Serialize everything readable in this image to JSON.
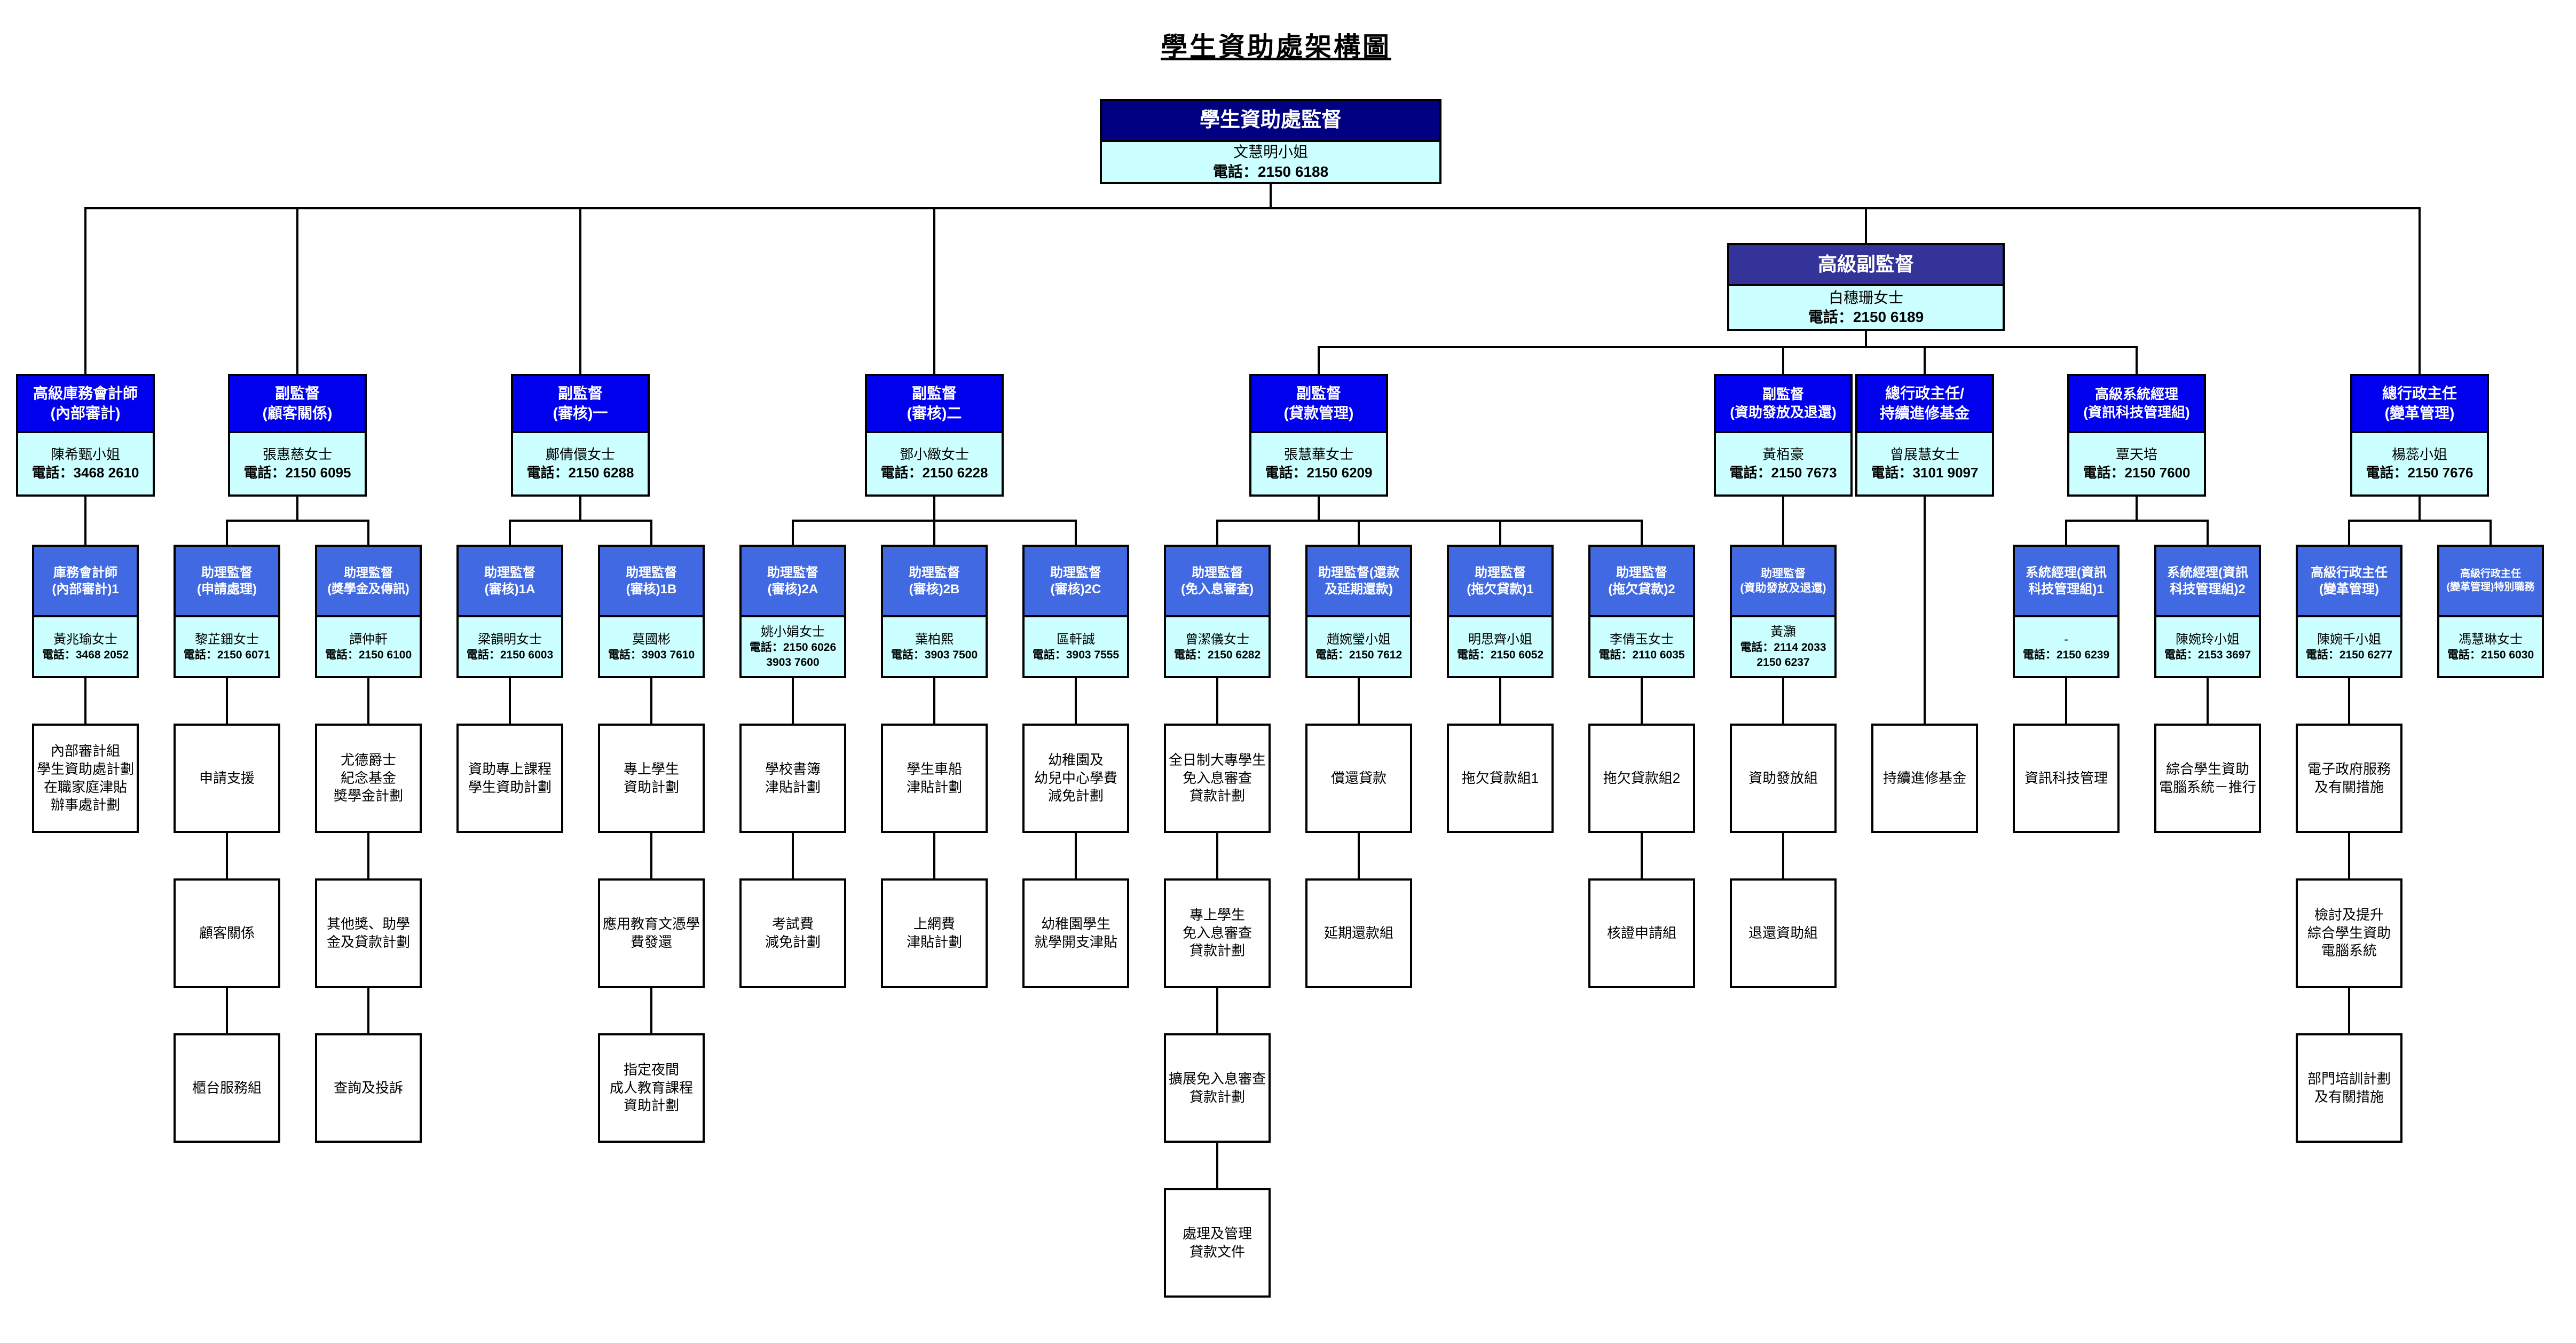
{
  "title": "學生資助處架構圖",
  "colors": {
    "root_header": "#000080",
    "senior_deputy_header": "#333399",
    "level3_header": "#0000EE",
    "level4_header": "#4169E1",
    "body_fill": "#CCFFFF",
    "unit_fill": "#FFFFFF",
    "border": "#000000"
  },
  "org": {
    "root": {
      "id": "controller",
      "title_lines": [
        "學生資助處監督"
      ],
      "name": "文慧明小姐",
      "phones": [
        "電話：2150 6188"
      ]
    },
    "senior_deputy": {
      "id": "senior-deputy-controller",
      "title_lines": [
        "高級副監督"
      ],
      "name": "白穗珊女士",
      "phones": [
        "電話：2150 6189"
      ]
    },
    "level3": [
      {
        "id": "scta-internal-audit",
        "title_lines": [
          "高級庫務會計師",
          "(內部審計)"
        ],
        "name": "陳希甄小姐",
        "phones": [
          "電話：3468 2610"
        ]
      },
      {
        "id": "ds-customer-relations",
        "title_lines": [
          "副監督",
          "(顧客關係)"
        ],
        "name": "張惠慈女士",
        "phones": [
          "電話：2150 6095"
        ]
      },
      {
        "id": "ds-assessment-1",
        "title_lines": [
          "副監督",
          "(審核)一"
        ],
        "name": "鄺倩儇女士",
        "phones": [
          "電話：2150 6288"
        ]
      },
      {
        "id": "ds-assessment-2",
        "title_lines": [
          "副監督",
          "(審核)二"
        ],
        "name": "鄧小緻女士",
        "phones": [
          "電話：2150 6228"
        ]
      },
      {
        "id": "ds-loan-administration",
        "title_lines": [
          "副監督",
          "(貸款管理)"
        ],
        "name": "張慧華女士",
        "phones": [
          "電話：2150 6209"
        ]
      },
      {
        "id": "ds-disbursement-refund",
        "title_lines": [
          "副監督",
          "(資助發放及退還)"
        ],
        "name": "黃栢豪",
        "phones": [
          "電話：2150 7673"
        ]
      },
      {
        "id": "ceo-cef",
        "title_lines": [
          "總行政主任/",
          "持續進修基金"
        ],
        "name": "曾展慧女士",
        "phones": [
          "電話：3101 9097"
        ]
      },
      {
        "id": "ssm-itm",
        "title_lines": [
          "高級系統經理",
          "(資訊科技管理組)"
        ],
        "name": "覃天培",
        "phones": [
          "電話：2150 7600"
        ]
      },
      {
        "id": "ceo-change-management",
        "title_lines": [
          "總行政主任",
          "(變革管理)"
        ],
        "name": "楊蕊小姐",
        "phones": [
          "電話：2150 7676"
        ]
      }
    ],
    "level4": [
      {
        "id": "ta-internal-audit-1",
        "col": "c1",
        "title_lines": [
          "庫務會計師",
          "(內部審計)1"
        ],
        "name": "黃兆瑜女士",
        "phones": [
          "電話：3468 2052"
        ]
      },
      {
        "id": "ad-application-processing",
        "col": "c2",
        "title_lines": [
          "助理監督",
          "(申請處理)"
        ],
        "name": "黎芷鈿女士",
        "phones": [
          "電話：2150 6071"
        ]
      },
      {
        "id": "ad-scholarships-communications",
        "col": "c3",
        "title_lines": [
          "助理監督",
          "(獎學金及傳訊)"
        ],
        "name": "譚仲軒",
        "phones": [
          "電話：2150 6100"
        ]
      },
      {
        "id": "ad-assessment-1a",
        "col": "c4",
        "title_lines": [
          "助理監督",
          "(審核)1A"
        ],
        "name": "梁韻明女士",
        "phones": [
          "電話：2150 6003"
        ]
      },
      {
        "id": "ad-assessment-1b",
        "col": "c5",
        "title_lines": [
          "助理監督",
          "(審核)1B"
        ],
        "name": "莫國彬",
        "phones": [
          "電話：3903 7610"
        ]
      },
      {
        "id": "ad-assessment-2a",
        "col": "c6",
        "title_lines": [
          "助理監督",
          "(審核)2A"
        ],
        "name": "姚小娟女士",
        "phones": [
          "電話：2150 6026",
          "3903 7600"
        ]
      },
      {
        "id": "ad-assessment-2b",
        "col": "c7",
        "title_lines": [
          "助理監督",
          "(審核)2B"
        ],
        "name": "葉柏熙",
        "phones": [
          "電話：3903 7500"
        ]
      },
      {
        "id": "ad-assessment-2c",
        "col": "c8",
        "title_lines": [
          "助理監督",
          "(審核)2C"
        ],
        "name": "區軒誠",
        "phones": [
          "電話：3903 7555"
        ]
      },
      {
        "id": "ad-means-test-free",
        "col": "c9",
        "title_lines": [
          "助理監督",
          "(免入息審查)"
        ],
        "name": "曾潔儀女士",
        "phones": [
          "電話：2150 6282"
        ]
      },
      {
        "id": "ad-repayment-deferment",
        "col": "c10",
        "title_lines": [
          "助理監督(還款",
          "及延期還款)"
        ],
        "name": "趙婉瑩小姐",
        "phones": [
          "電話：2150 7612"
        ]
      },
      {
        "id": "ad-defaulted-loans-1",
        "col": "c11",
        "title_lines": [
          "助理監督",
          "(拖欠貸款)1"
        ],
        "name": "明思齊小姐",
        "phones": [
          "電話：2150 6052"
        ]
      },
      {
        "id": "ad-defaulted-loans-2",
        "col": "c12",
        "title_lines": [
          "助理監督",
          "(拖欠貸款)2"
        ],
        "name": "李倩玉女士",
        "phones": [
          "電話：2110 6035"
        ]
      },
      {
        "id": "ad-disbursement-refund",
        "col": "c13",
        "title_lines": [
          "助理監督",
          "(資助發放及退還)"
        ],
        "name": "黃灝",
        "phones": [
          "電話：2114 2033",
          "2150 6237"
        ]
      },
      {
        "id": "sm-itm-1",
        "col": "c14",
        "title_lines": [
          "系統經理(資訊",
          "科技管理組)1"
        ],
        "name": "-",
        "phones": [
          "電話：2150 6239"
        ]
      },
      {
        "id": "sm-itm-2",
        "col": "c15",
        "title_lines": [
          "系統經理(資訊",
          "科技管理組)2"
        ],
        "name": "陳婉玲小姐",
        "phones": [
          "電話：2153 3697"
        ]
      },
      {
        "id": "seo-change-management",
        "col": "c16",
        "title_lines": [
          "高級行政主任",
          "(變革管理)"
        ],
        "name": "陳婉千小姐",
        "phones": [
          "電話：2150 6277"
        ]
      },
      {
        "id": "seo-change-management-special",
        "col": "c17",
        "title_lines": [
          "高級行政主任",
          "(變革管理)特別職務"
        ],
        "name": "馮慧琳女士",
        "phones": [
          "電話：2150 6030"
        ]
      }
    ],
    "units": [
      {
        "id": "internal-audit-unit",
        "col": "c1",
        "row": 1,
        "lines": [
          "內部審計組",
          "學生資助處計劃",
          "在職家庭津貼",
          "辦事處計劃"
        ]
      },
      {
        "id": "application-support",
        "col": "c2",
        "row": 1,
        "lines": [
          "申請支援"
        ]
      },
      {
        "id": "customer-relations",
        "col": "c2",
        "row": 2,
        "lines": [
          "顧客關係"
        ]
      },
      {
        "id": "counter-services",
        "col": "c2",
        "row": 3,
        "lines": [
          "櫃台服務組"
        ]
      },
      {
        "id": "yaude-scholarship",
        "col": "c3",
        "row": 1,
        "lines": [
          "尤德爵士",
          "紀念基金",
          "獎學金計劃"
        ]
      },
      {
        "id": "other-scholarships-loans",
        "col": "c3",
        "row": 2,
        "lines": [
          "其他獎、助學",
          "金及貸款計劃"
        ]
      },
      {
        "id": "enquiries-complaints",
        "col": "c3",
        "row": 3,
        "lines": [
          "查詢及投訴"
        ]
      },
      {
        "id": "fstp-scheme",
        "col": "c4",
        "row": 1,
        "lines": [
          "資助專上課程",
          "學生資助計劃"
        ]
      },
      {
        "id": "pss-scheme",
        "col": "c5",
        "row": 1,
        "lines": [
          "專上學生",
          "資助計劃"
        ]
      },
      {
        "id": "avde-fee-reimbursement",
        "col": "c5",
        "row": 2,
        "lines": [
          "應用教育文憑學",
          "費發還"
        ]
      },
      {
        "id": "evening-adult-education",
        "col": "c5",
        "row": 3,
        "lines": [
          "指定夜間",
          "成人教育課程",
          "資助計劃"
        ]
      },
      {
        "id": "school-textbook-assistance",
        "col": "c6",
        "row": 1,
        "lines": [
          "學校書簿",
          "津貼計劃"
        ]
      },
      {
        "id": "exam-fee-remission",
        "col": "c6",
        "row": 2,
        "lines": [
          "考試費",
          "減免計劃"
        ]
      },
      {
        "id": "student-travel-subsidy",
        "col": "c7",
        "row": 1,
        "lines": [
          "學生車船",
          "津貼計劃"
        ]
      },
      {
        "id": "internet-access-subsidy",
        "col": "c7",
        "row": 2,
        "lines": [
          "上網費",
          "津貼計劃"
        ]
      },
      {
        "id": "kg-fee-remission",
        "col": "c8",
        "row": 1,
        "lines": [
          "幼稚園及",
          "幼兒中心學費",
          "減免計劃"
        ]
      },
      {
        "id": "kg-student-grant",
        "col": "c8",
        "row": 2,
        "lines": [
          "幼稚園學生",
          "就學開支津貼"
        ]
      },
      {
        "id": "nls-fulltime-tertiary",
        "col": "c9",
        "row": 1,
        "lines": [
          "全日制大專學生",
          "免入息審查",
          "貸款計劃"
        ]
      },
      {
        "id": "nls-postsecondary",
        "col": "c9",
        "row": 2,
        "lines": [
          "專上學生",
          "免入息審查",
          "貸款計劃"
        ]
      },
      {
        "id": "extended-nls",
        "col": "c9",
        "row": 3,
        "lines": [
          "擴展免入息審查",
          "貸款計劃"
        ]
      },
      {
        "id": "loan-documents",
        "col": "c9",
        "row": 4,
        "lines": [
          "處理及管理",
          "貸款文件"
        ]
      },
      {
        "id": "loan-repayment",
        "col": "c10",
        "row": 1,
        "lines": [
          "償還貸款"
        ]
      },
      {
        "id": "deferment-unit",
        "col": "c10",
        "row": 2,
        "lines": [
          "延期還款組"
        ]
      },
      {
        "id": "defaulted-loans-unit-1",
        "col": "c11",
        "row": 1,
        "lines": [
          "拖欠貸款組1"
        ]
      },
      {
        "id": "defaulted-loans-unit-2",
        "col": "c12",
        "row": 1,
        "lines": [
          "拖欠貸款組2"
        ]
      },
      {
        "id": "certification-unit",
        "col": "c12",
        "row": 2,
        "lines": [
          "核證申請組"
        ]
      },
      {
        "id": "disbursement-unit",
        "col": "c13",
        "row": 1,
        "lines": [
          "資助發放組"
        ]
      },
      {
        "id": "refund-unit",
        "col": "c13",
        "row": 2,
        "lines": [
          "退還資助組"
        ]
      },
      {
        "id": "cef-unit",
        "col": "cef",
        "row": 1,
        "lines": [
          "持續進修基金"
        ]
      },
      {
        "id": "it-management",
        "col": "c14",
        "row": 1,
        "lines": [
          "資訊科技管理"
        ]
      },
      {
        "id": "issis-implementation",
        "col": "c15",
        "row": 1,
        "lines": [
          "綜合學生資助",
          "電腦系統－推行"
        ]
      },
      {
        "id": "egov-services",
        "col": "c16",
        "row": 1,
        "lines": [
          "電子政府服務",
          "及有關措施"
        ]
      },
      {
        "id": "issis-review-enhance",
        "col": "c16",
        "row": 2,
        "lines": [
          "檢討及提升",
          "綜合學生資助",
          "電腦系統"
        ]
      },
      {
        "id": "training-programmes",
        "col": "c16",
        "row": 3,
        "lines": [
          "部門培訓計劃",
          "及有關措施"
        ]
      }
    ]
  }
}
